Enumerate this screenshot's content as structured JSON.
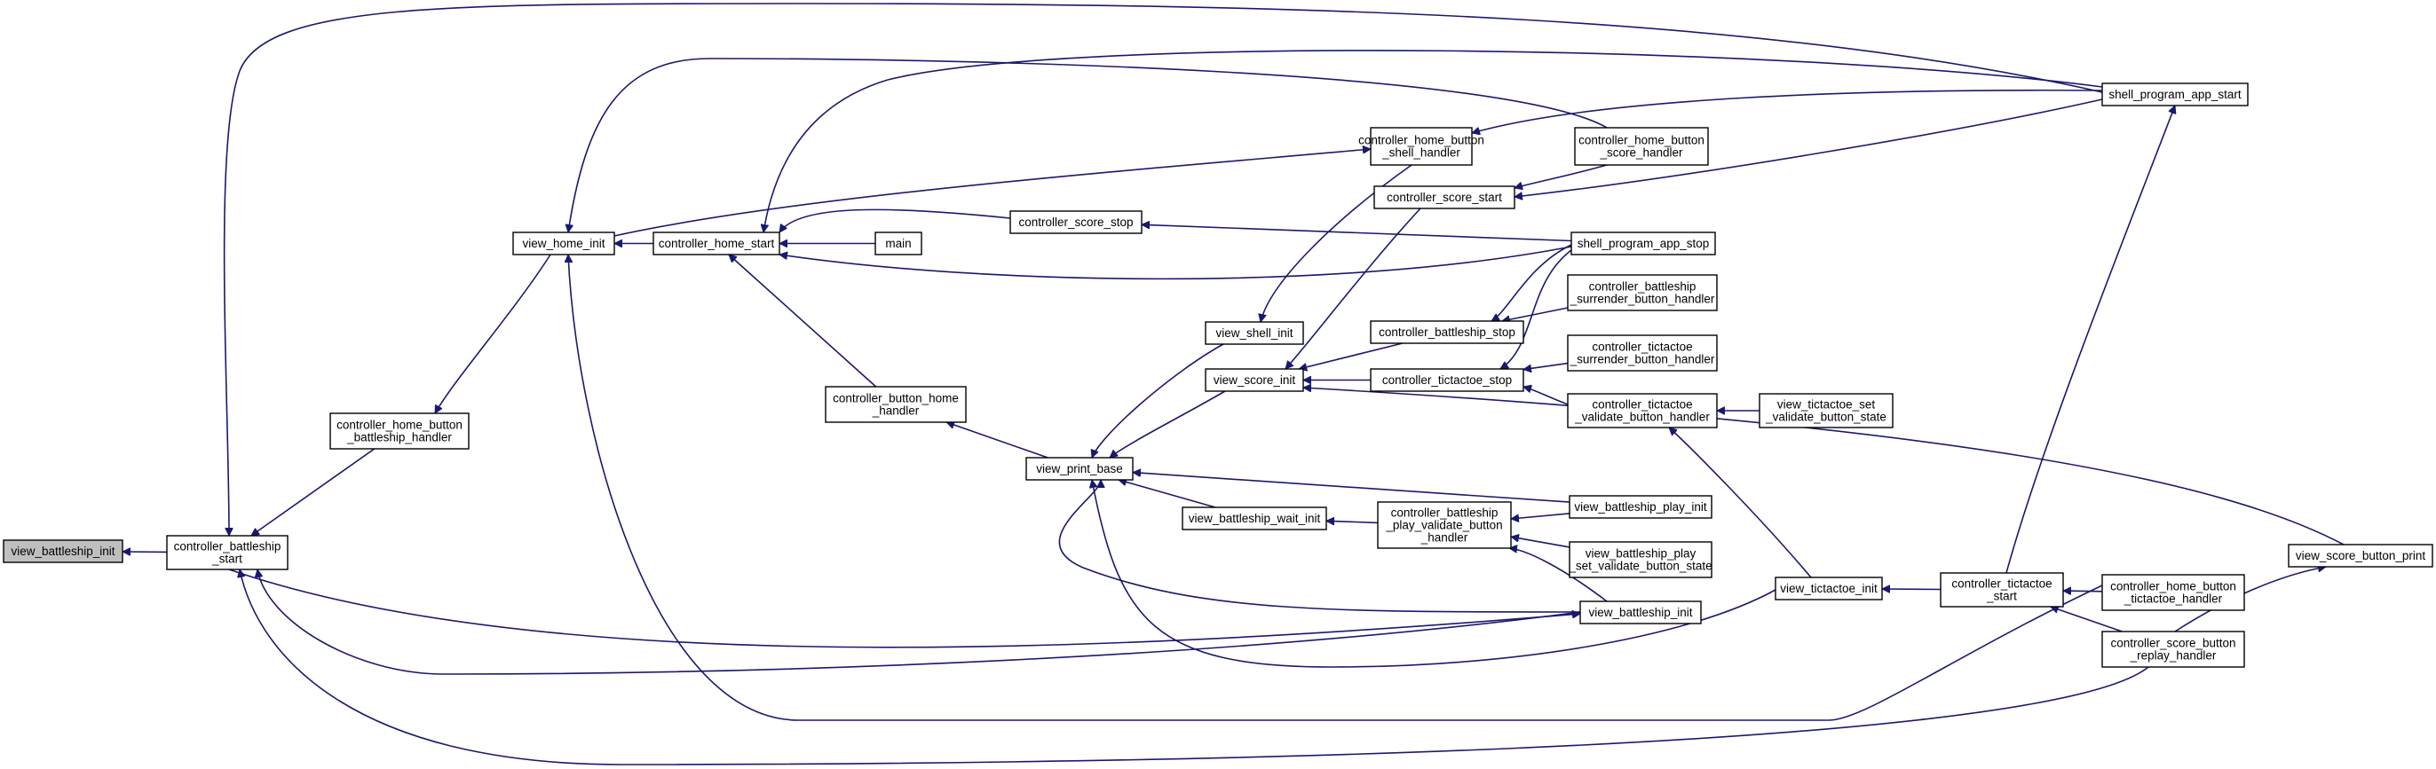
{
  "diagram": {
    "kind": "caller-graph",
    "colors": {
      "edge": "#191970",
      "node_border": "#000000",
      "focus_fill": "#bfbfbf",
      "node_fill": "#ffffff"
    },
    "nodes": [
      {
        "id": "view_battleship_init_focus",
        "lines": [
          "view_battleship_init"
        ],
        "focus": true
      },
      {
        "id": "controller_battleship_start",
        "lines": [
          "controller_battleship",
          "_start"
        ]
      },
      {
        "id": "controller_home_button_battleship_handler",
        "lines": [
          "controller_home_button",
          "_battleship_handler"
        ]
      },
      {
        "id": "view_home_init",
        "lines": [
          "view_home_init"
        ]
      },
      {
        "id": "controller_home_start",
        "lines": [
          "controller_home_start"
        ]
      },
      {
        "id": "main",
        "lines": [
          "main"
        ]
      },
      {
        "id": "controller_button_home_handler",
        "lines": [
          "controller_button_home",
          "_handler"
        ]
      },
      {
        "id": "controller_score_stop",
        "lines": [
          "controller_score_stop"
        ]
      },
      {
        "id": "view_print_base",
        "lines": [
          "view_print_base"
        ]
      },
      {
        "id": "view_shell_init",
        "lines": [
          "view_shell_init"
        ]
      },
      {
        "id": "view_score_init",
        "lines": [
          "view_score_init"
        ]
      },
      {
        "id": "view_battleship_wait_init",
        "lines": [
          "view_battleship_wait_init"
        ]
      },
      {
        "id": "controller_home_button_shell_handler",
        "lines": [
          "controller_home_button",
          "_shell_handler"
        ]
      },
      {
        "id": "controller_score_start",
        "lines": [
          "controller_score_start"
        ]
      },
      {
        "id": "controller_battleship_stop",
        "lines": [
          "controller_battleship_stop"
        ]
      },
      {
        "id": "controller_tictactoe_stop",
        "lines": [
          "controller_tictactoe_stop"
        ]
      },
      {
        "id": "controller_battleship_play_validate_button_handler",
        "lines": [
          "controller_battleship",
          "_play_validate_button",
          "_handler"
        ]
      },
      {
        "id": "controller_home_button_score_handler",
        "lines": [
          "controller_home_button",
          "_score_handler"
        ]
      },
      {
        "id": "shell_program_app_stop",
        "lines": [
          "shell_program_app_stop"
        ]
      },
      {
        "id": "controller_battleship_surrender_button_handler",
        "lines": [
          "controller_battleship",
          "_surrender_button_handler"
        ]
      },
      {
        "id": "controller_tictactoe_surrender_button_handler",
        "lines": [
          "controller_tictactoe",
          "_surrender_button_handler"
        ]
      },
      {
        "id": "controller_tictactoe_validate_button_handler",
        "lines": [
          "controller_tictactoe",
          "_validate_button_handler"
        ]
      },
      {
        "id": "view_battleship_play_init",
        "lines": [
          "view_battleship_play_init"
        ]
      },
      {
        "id": "view_battleship_play_set_validate_button_state",
        "lines": [
          "view_battleship_play",
          "_set_validate_button_state"
        ]
      },
      {
        "id": "view_battleship_init",
        "lines": [
          "view_battleship_init"
        ]
      },
      {
        "id": "view_tictactoe_set_validate_button_state",
        "lines": [
          "view_tictactoe_set",
          "_validate_button_state"
        ]
      },
      {
        "id": "view_tictactoe_init",
        "lines": [
          "view_tictactoe_init"
        ]
      },
      {
        "id": "controller_tictactoe_start",
        "lines": [
          "controller_tictactoe",
          "_start"
        ]
      },
      {
        "id": "shell_program_app_start",
        "lines": [
          "shell_program_app_start"
        ]
      },
      {
        "id": "controller_home_button_tictactoe_handler",
        "lines": [
          "controller_home_button",
          "_tictactoe_handler"
        ]
      },
      {
        "id": "controller_score_button_replay_handler",
        "lines": [
          "controller_score_button",
          "_replay_handler"
        ]
      },
      {
        "id": "view_score_button_print",
        "lines": [
          "view_score_button_print"
        ]
      }
    ],
    "edges": [
      {
        "from": "controller_battleship_start",
        "to": "view_battleship_init_focus"
      },
      {
        "from": "controller_home_button_battleship_handler",
        "to": "controller_battleship_start"
      },
      {
        "from": "shell_program_app_start",
        "to": "controller_battleship_start"
      },
      {
        "from": "view_battleship_init",
        "to": "controller_battleship_start"
      },
      {
        "from": "controller_score_button_replay_handler",
        "to": "controller_battleship_start"
      },
      {
        "from": "view_home_init",
        "to": "controller_home_button_battleship_handler"
      },
      {
        "from": "controller_home_start",
        "to": "view_home_init"
      },
      {
        "from": "controller_home_button_score_handler",
        "to": "view_home_init"
      },
      {
        "from": "controller_home_button_tictactoe_handler",
        "to": "view_home_init"
      },
      {
        "from": "main",
        "to": "controller_home_start"
      },
      {
        "from": "controller_button_home_handler",
        "to": "controller_home_start"
      },
      {
        "from": "shell_program_app_stop",
        "to": "controller_home_start"
      },
      {
        "from": "shell_program_app_start",
        "to": "controller_home_start"
      },
      {
        "from": "controller_score_stop",
        "to": "controller_home_start"
      },
      {
        "from": "view_home_init",
        "to": "controller_home_button_shell_handler"
      },
      {
        "from": "shell_program_app_stop",
        "to": "controller_score_stop"
      },
      {
        "from": "view_print_base",
        "to": "controller_button_home_handler"
      },
      {
        "from": "view_shell_init",
        "to": "view_print_base"
      },
      {
        "from": "view_score_init",
        "to": "view_print_base"
      },
      {
        "from": "view_battleship_wait_init",
        "to": "view_print_base"
      },
      {
        "from": "view_battleship_play_init",
        "to": "view_print_base"
      },
      {
        "from": "view_battleship_init",
        "to": "view_print_base"
      },
      {
        "from": "view_tictactoe_init",
        "to": "view_print_base"
      },
      {
        "from": "controller_home_button_shell_handler",
        "to": "view_shell_init"
      },
      {
        "from": "controller_score_start",
        "to": "view_score_init"
      },
      {
        "from": "controller_battleship_stop",
        "to": "view_score_init"
      },
      {
        "from": "controller_tictactoe_stop",
        "to": "view_score_init"
      },
      {
        "from": "view_score_button_print",
        "to": "view_score_init"
      },
      {
        "from": "controller_battleship_play_validate_button_handler",
        "to": "view_battleship_wait_init"
      },
      {
        "from": "shell_program_app_start",
        "to": "controller_home_button_shell_handler"
      },
      {
        "from": "controller_home_button_score_handler",
        "to": "controller_score_start"
      },
      {
        "from": "shell_program_app_start",
        "to": "controller_score_start"
      },
      {
        "from": "shell_program_app_stop",
        "to": "controller_battleship_stop"
      },
      {
        "from": "controller_battleship_surrender_button_handler",
        "to": "controller_battleship_stop"
      },
      {
        "from": "shell_program_app_stop",
        "to": "controller_tictactoe_stop"
      },
      {
        "from": "controller_tictactoe_surrender_button_handler",
        "to": "controller_tictactoe_stop"
      },
      {
        "from": "controller_tictactoe_validate_button_handler",
        "to": "controller_tictactoe_stop"
      },
      {
        "from": "view_battleship_play_init",
        "to": "controller_battleship_play_validate_button_handler"
      },
      {
        "from": "view_battleship_play_set_validate_button_state",
        "to": "controller_battleship_play_validate_button_handler"
      },
      {
        "from": "view_battleship_init",
        "to": "controller_battleship_play_validate_button_handler"
      },
      {
        "from": "view_tictactoe_set_validate_button_state",
        "to": "controller_tictactoe_validate_button_handler"
      },
      {
        "from": "view_tictactoe_init",
        "to": "controller_tictactoe_validate_button_handler"
      },
      {
        "from": "controller_tictactoe_start",
        "to": "view_tictactoe_init"
      },
      {
        "from": "controller_home_button_tictactoe_handler",
        "to": "controller_tictactoe_start"
      },
      {
        "from": "controller_score_button_replay_handler",
        "to": "controller_tictactoe_start"
      },
      {
        "from": "controller_tictactoe_start",
        "to": "shell_program_app_start"
      },
      {
        "from": "controller_battleship_start",
        "to": "view_battleship_init"
      },
      {
        "from": "controller_score_button_replay_handler",
        "to": "view_score_button_print"
      }
    ]
  }
}
